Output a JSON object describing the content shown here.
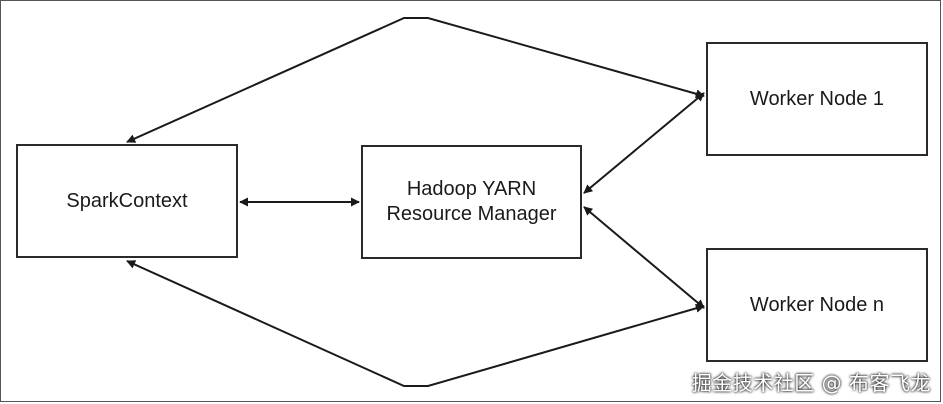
{
  "nodes": {
    "spark_context": "SparkContext",
    "yarn_line1": "Hadoop YARN",
    "yarn_line2": "Resource Manager",
    "worker_1": "Worker Node 1",
    "worker_n": "Worker Node n"
  },
  "watermark": "掘金技术社区 @ 布客飞龙",
  "colors": {
    "line": "#1a1a1a",
    "box_border": "#2a2a2a",
    "background": "#ffffff"
  }
}
